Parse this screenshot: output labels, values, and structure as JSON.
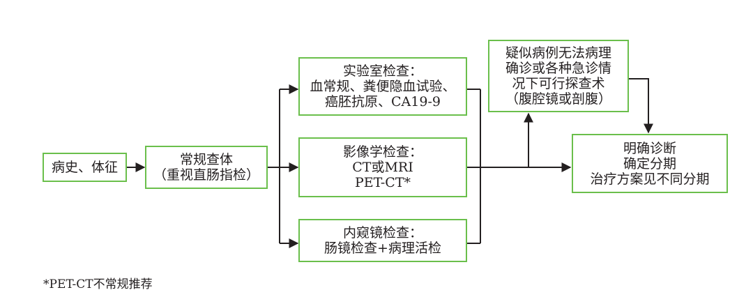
{
  "nodes": {
    "history": {
      "lines": [
        "病史、体征"
      ]
    },
    "routine": {
      "lines": [
        "常规查体",
        "（重视直肠指检）"
      ]
    },
    "lab": {
      "lines": [
        "实验室检查：",
        "血常规、粪便隐血试验、",
        "癌胚抗原、CA19-9"
      ]
    },
    "imaging": {
      "lines": [
        "影像学检查：",
        "CT或MRI",
        "PET-CT*"
      ]
    },
    "endoscopy": {
      "lines": [
        "内窥镜检查：",
        "肠镜检查+病理活检"
      ]
    },
    "suspected": {
      "lines": [
        "疑似病例无法病理",
        "确诊或各种急诊情",
        "况下可行探查术",
        "（腹腔镜或剖腹）"
      ]
    },
    "diagnosis": {
      "lines": [
        "明确诊断",
        "确定分期",
        "治疗方案见不同分期"
      ]
    }
  },
  "footnote": "*PET-CT不常规推荐",
  "colors": {
    "box_border": "#6abf4b",
    "line": "#231f20",
    "text": "#231f20"
  }
}
